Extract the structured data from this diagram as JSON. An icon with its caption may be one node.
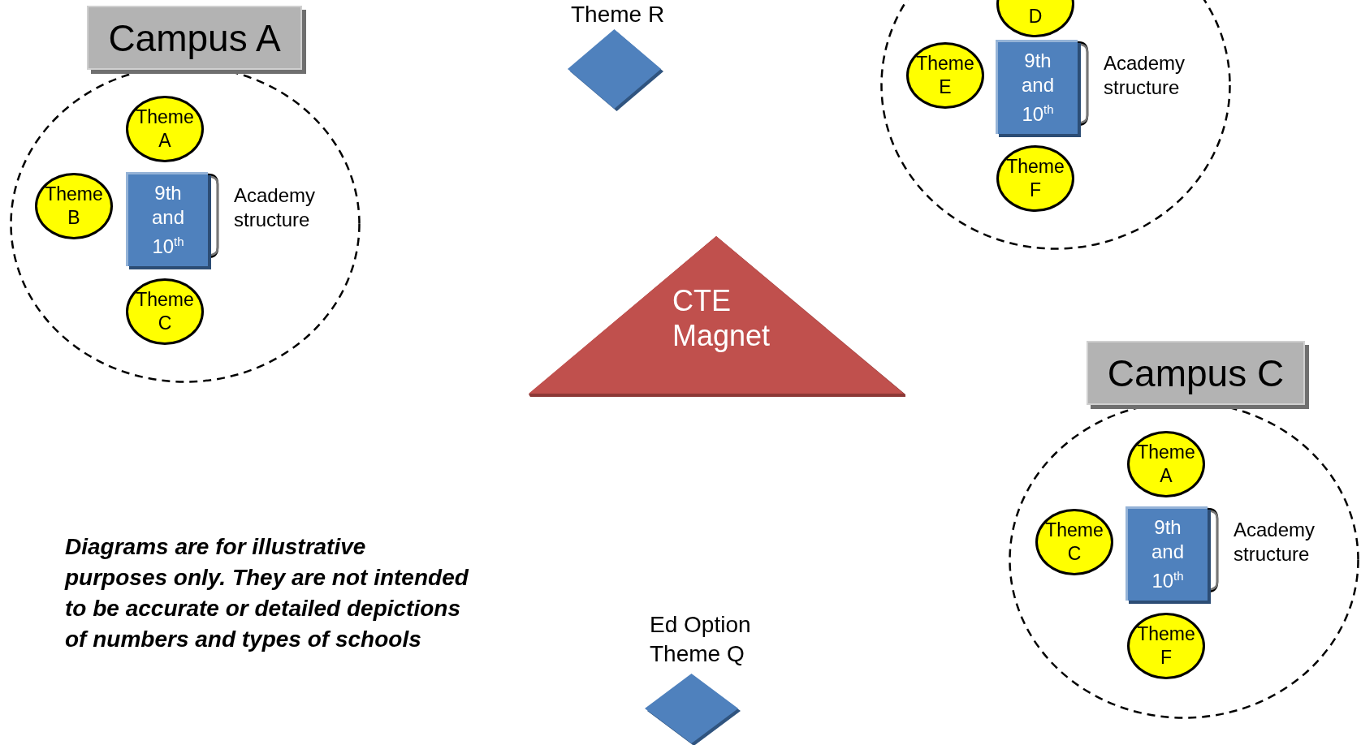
{
  "diagram": {
    "nodes": [
      {
        "text": [
          "Campus A"
        ]
      },
      {
        "text": [
          "Theme A"
        ],
        "in": 0
      },
      {
        "text": [
          "Theme B"
        ],
        "in": 0
      },
      {
        "text": [
          "9th and 10$^{th}$"
        ],
        "beside": [
          "Academy structure"
        ],
        "in": 0
      },
      {
        "text": [
          "Theme C"
        ],
        "in": 0
      },
      {
        "text": [
          "Theme R"
        ]
      },
      {
        "text": [],
        "shape": "circle"
      },
      {
        "text": [
          "D"
        ],
        "in": 6
      },
      {
        "text": [
          "Theme E"
        ],
        "in": 6
      },
      {
        "text": [
          "9th and 10$^{th}$"
        ],
        "beside": [
          "Academy structure"
        ],
        "in": 6
      },
      {
        "text": [
          "Theme F"
        ],
        "in": 6
      },
      {
        "text": [
          "CTE Magnet"
        ]
      },
      {
        "text": [
          "Campus C"
        ]
      },
      {
        "text": [
          "Theme A"
        ],
        "in": 12
      },
      {
        "text": [
          "Theme C"
        ],
        "in": 12
      },
      {
        "text": [
          "9th and 10$^{th}$"
        ],
        "beside": [
          "Academy structure"
        ],
        "in": 12
      },
      {
        "text": [
          "Theme F"
        ],
        "in": 12
      },
      {
        "text": [
          "Ed Option Theme Q"
        ]
      }
    ],
    "labels": [
      "Diagrams are for illustrative purposes only. They are not intended to be accurate or detailed depictions of numbers and types of schools"
    ]
  }
}
